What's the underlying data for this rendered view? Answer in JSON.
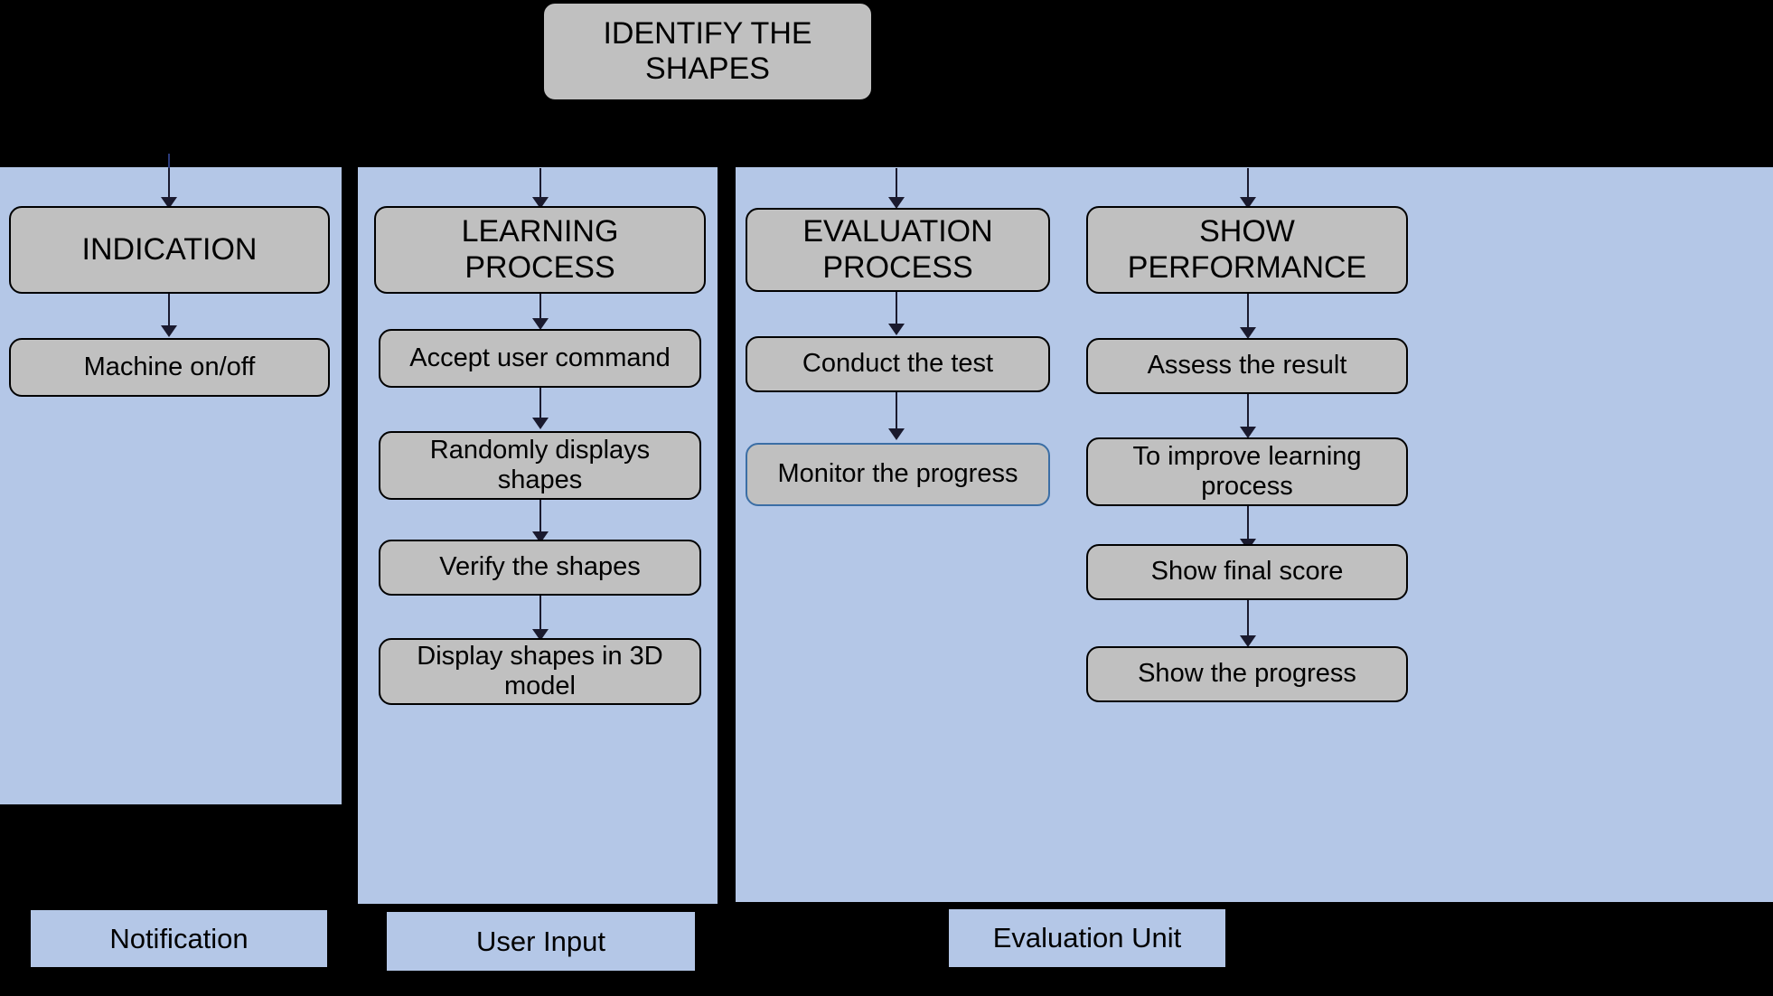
{
  "diagram": {
    "title_node": {
      "label": "IDENTIFY THE SHAPES"
    },
    "panels": [
      {
        "name": "notification-panel",
        "caption": "Notification"
      },
      {
        "name": "user-input-panel",
        "caption": "User Input"
      },
      {
        "name": "evaluation-unit-panel",
        "caption": "Evaluation Unit"
      }
    ],
    "columns": [
      {
        "name": "indication",
        "header": "INDICATION",
        "steps": [
          {
            "label": "Machine on/off",
            "selected": false
          }
        ]
      },
      {
        "name": "learning-process",
        "header": "LEARNING PROCESS",
        "steps": [
          {
            "label": "Accept user command",
            "selected": false
          },
          {
            "label": "Randomly displays shapes",
            "selected": false
          },
          {
            "label": "Verify the shapes",
            "selected": false
          },
          {
            "label": "Display shapes in 3D model",
            "selected": false
          }
        ]
      },
      {
        "name": "evaluation-process",
        "header": "EVALUATION PROCESS",
        "steps": [
          {
            "label": "Conduct the test",
            "selected": false
          },
          {
            "label": "Monitor the progress",
            "selected": true
          }
        ]
      },
      {
        "name": "show-performance",
        "header": "SHOW PERFORMANCE",
        "steps": [
          {
            "label": "Assess the result",
            "selected": false
          },
          {
            "label": "To improve learning process",
            "selected": false
          },
          {
            "label": "Show final score",
            "selected": false
          },
          {
            "label": "Show the progress",
            "selected": false
          }
        ]
      }
    ],
    "colors": {
      "background": "#000000",
      "panel_fill": "#b4c7e7",
      "node_fill": "#c0c0c0",
      "node_stroke": "#000000",
      "selected_stroke": "#3b6ea5",
      "connector": "#1a1a2e",
      "text": "#000000"
    }
  }
}
